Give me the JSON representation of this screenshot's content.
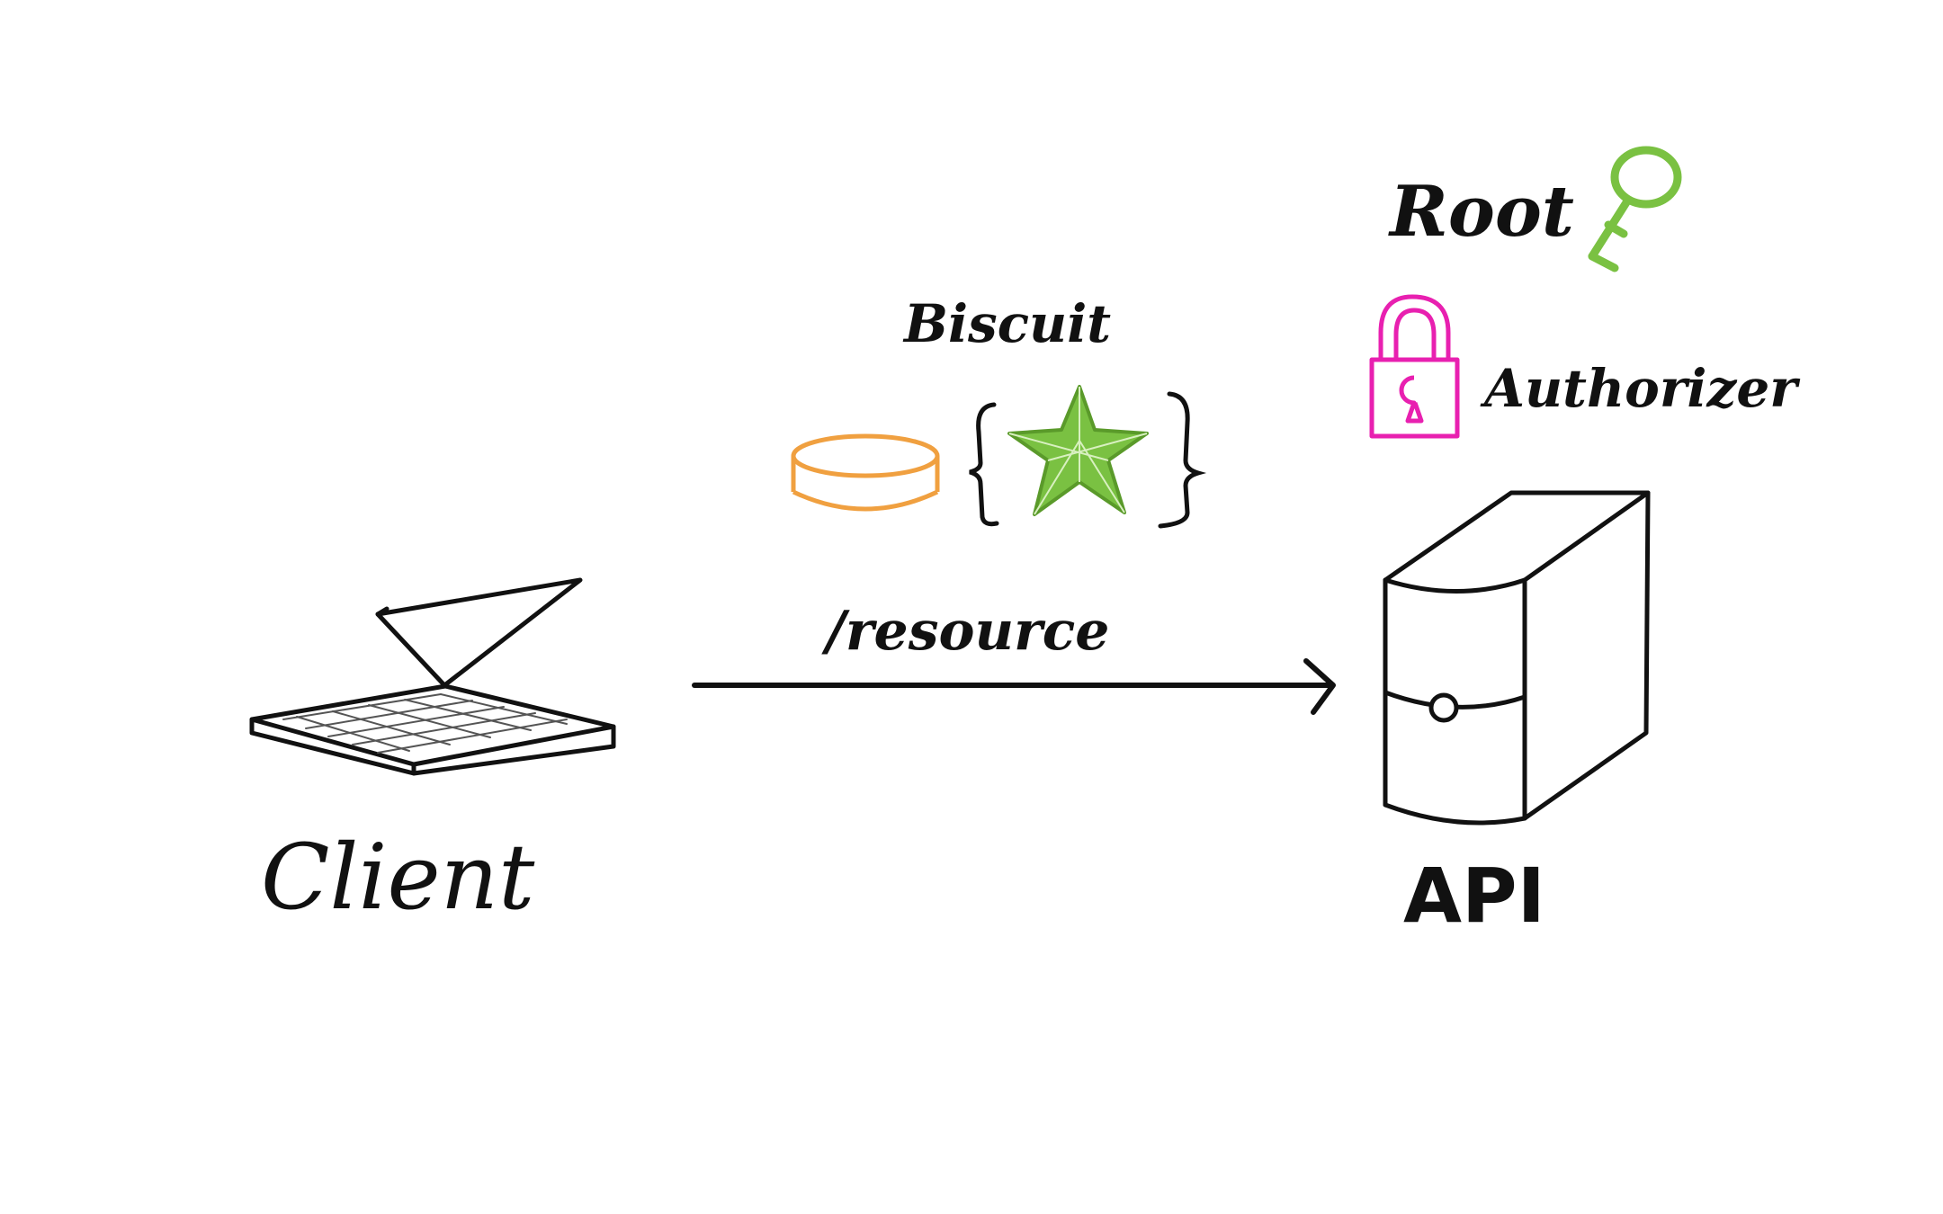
{
  "labels": {
    "client": "Client",
    "api": "API",
    "biscuit": "Biscuit",
    "resource": "/resource",
    "root": "Root",
    "authorizer": "Authorizer"
  },
  "icons": {
    "client": "laptop-icon",
    "api": "server-icon",
    "token": "biscuit-token-icon",
    "caveat": "star-icon",
    "root_key": "key-icon",
    "authorizer": "padlock-icon"
  },
  "colors": {
    "ink": "#111111",
    "token": "#f0a040",
    "key": "#7ac142",
    "star": "#7ac142",
    "lock": "#e820b0"
  }
}
